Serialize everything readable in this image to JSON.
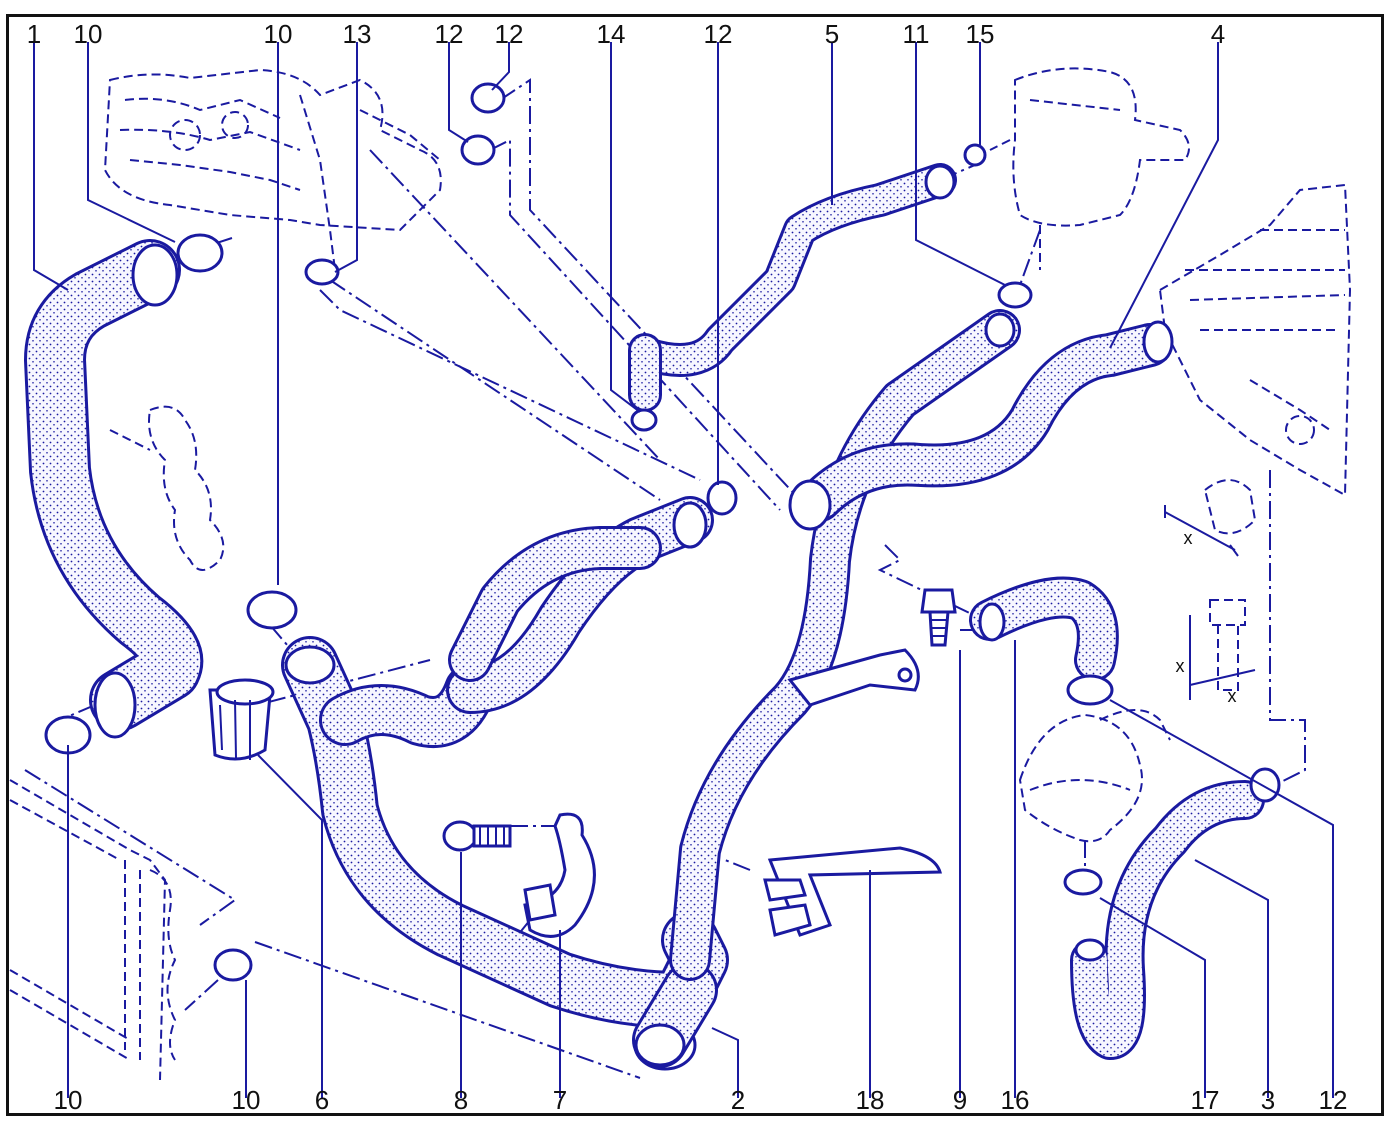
{
  "callouts_top": [
    {
      "id": "c-top-1",
      "text": "1"
    },
    {
      "id": "c-top-10a",
      "text": "10"
    },
    {
      "id": "c-top-10b",
      "text": "10"
    },
    {
      "id": "c-top-13",
      "text": "13"
    },
    {
      "id": "c-top-12a",
      "text": "12"
    },
    {
      "id": "c-top-12b",
      "text": "12"
    },
    {
      "id": "c-top-14",
      "text": "14"
    },
    {
      "id": "c-top-12c",
      "text": "12"
    },
    {
      "id": "c-top-5",
      "text": "5"
    },
    {
      "id": "c-top-11",
      "text": "11"
    },
    {
      "id": "c-top-15",
      "text": "15"
    },
    {
      "id": "c-top-4",
      "text": "4"
    }
  ],
  "callouts_bottom": [
    {
      "id": "c-bot-10a",
      "text": "10"
    },
    {
      "id": "c-bot-10b",
      "text": "10"
    },
    {
      "id": "c-bot-6",
      "text": "6"
    },
    {
      "id": "c-bot-8",
      "text": "8"
    },
    {
      "id": "c-bot-7",
      "text": "7"
    },
    {
      "id": "c-bot-2",
      "text": "2"
    },
    {
      "id": "c-bot-18",
      "text": "18"
    },
    {
      "id": "c-bot-9",
      "text": "9"
    },
    {
      "id": "c-bot-16",
      "text": "16"
    },
    {
      "id": "c-bot-17",
      "text": "17"
    },
    {
      "id": "c-bot-3",
      "text": "3"
    },
    {
      "id": "c-bot-12",
      "text": "12"
    }
  ],
  "dimension_labels": {
    "x1": "x",
    "x2": "x",
    "x3": "x"
  },
  "colors": {
    "line": "#1a1aa0",
    "hose_fill": "#f4f4ff",
    "text": "#111111"
  }
}
